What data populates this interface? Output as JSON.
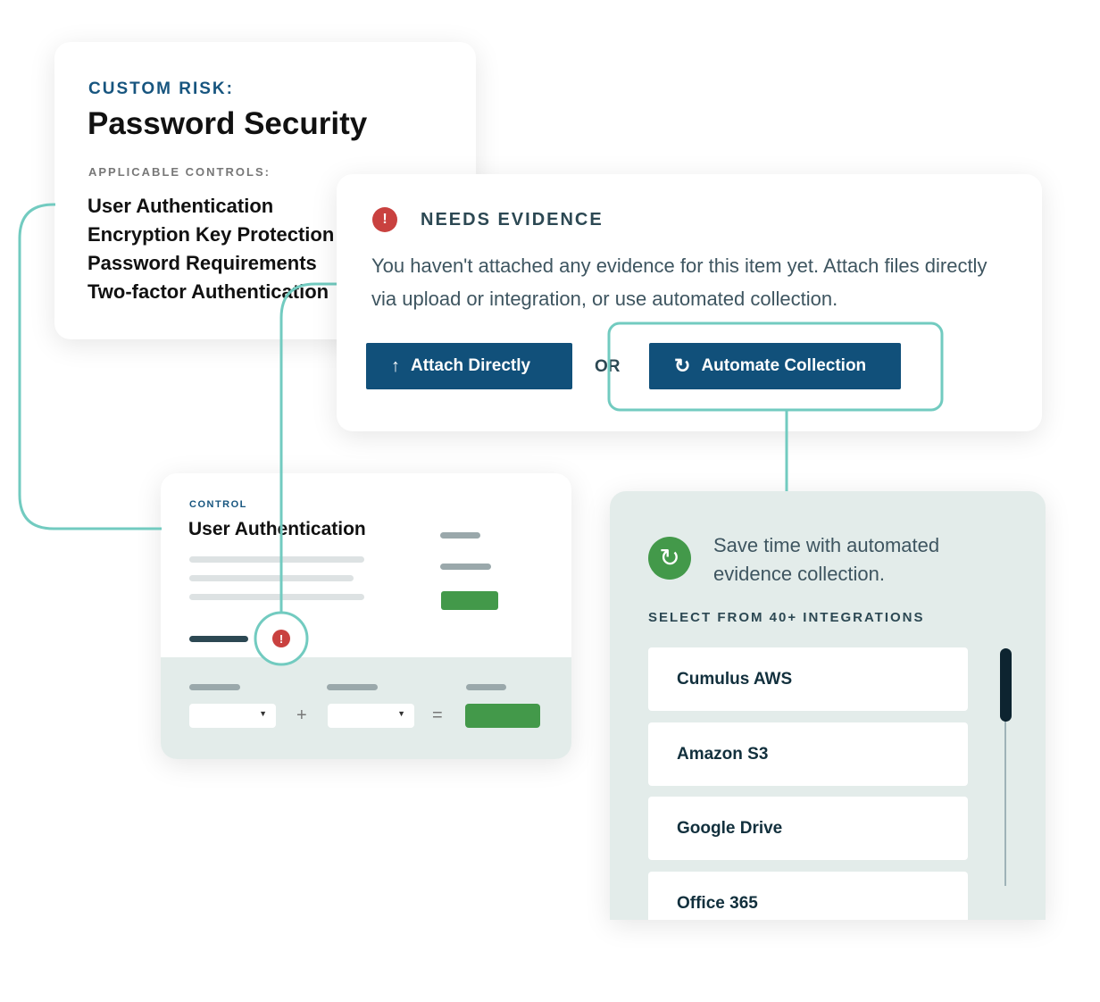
{
  "risk_card": {
    "eyebrow": "CUSTOM RISK:",
    "title": "Password Security",
    "controls_label": "APPLICABLE CONTROLS:",
    "controls": [
      "User Authentication",
      "Encryption Key Protection",
      "Password Requirements",
      "Two-factor Authentication"
    ]
  },
  "evidence_card": {
    "status": "NEEDS EVIDENCE",
    "status_icon": "alert-icon",
    "message": "You haven't attached any evidence for this item yet. Attach files directly via upload or integration, or use automated collection.",
    "attach_label": "Attach Directly",
    "or_label": "OR",
    "automate_label": "Automate Collection"
  },
  "control_card": {
    "eyebrow": "CONTROL",
    "title": "User Authentication",
    "plus": "+",
    "equals": "="
  },
  "integrations_card": {
    "headline": "Save time with automated evidence collection.",
    "select_label": "SELECT FROM 40+ INTEGRATIONS",
    "items": [
      "Cumulus AWS",
      "Amazon S3",
      "Google Drive",
      "Office 365"
    ]
  },
  "colors": {
    "accent": "#11507a",
    "teal": "#72cbc0",
    "green": "#43994a",
    "alert": "#c9413f"
  }
}
